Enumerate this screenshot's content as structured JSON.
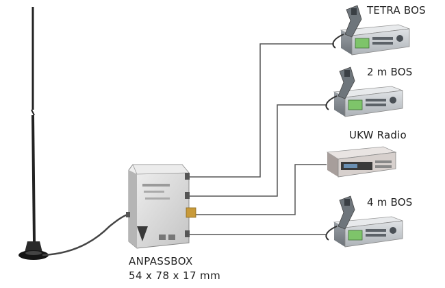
{
  "devices": [
    {
      "id": "tetra",
      "label": "TETRA BOS",
      "kind": "radio-with-handset"
    },
    {
      "id": "2m",
      "label": "2 m BOS",
      "kind": "radio-with-handset"
    },
    {
      "id": "ukw",
      "label": "UKW Radio",
      "kind": "car-radio"
    },
    {
      "id": "4m",
      "label": "4 m BOS",
      "kind": "radio-with-handset"
    }
  ],
  "adapter_box": {
    "name": "ANPASSBOX",
    "dimensions": "54 x 78 x 17 mm"
  },
  "colors": {
    "line": "#555555",
    "device_body": "#c9cdd1",
    "display": "#7ec46a",
    "box_body": "#dcdcdc",
    "antenna": "#222222"
  }
}
